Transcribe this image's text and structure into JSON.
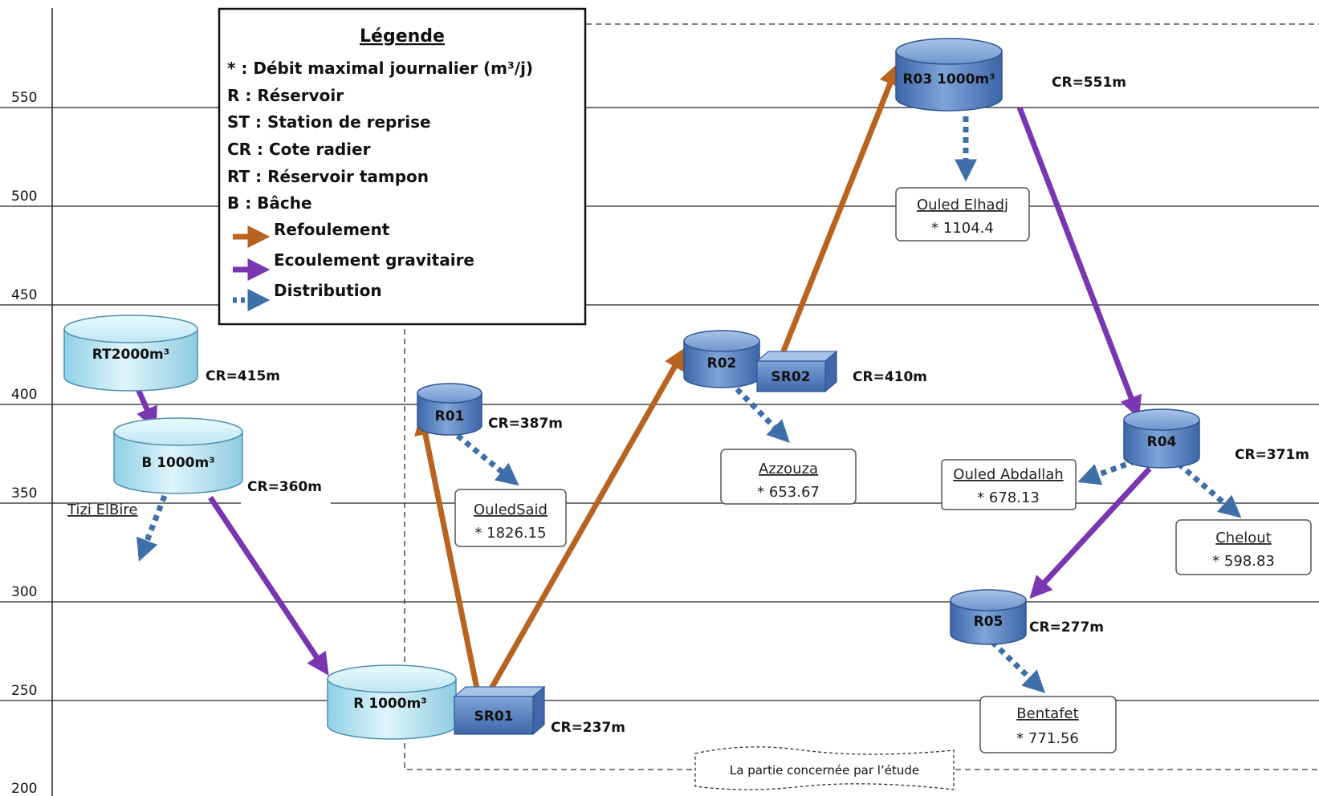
{
  "axis": {
    "ticks": [
      "550",
      "500",
      "450",
      "400",
      "350",
      "300",
      "250",
      "200"
    ]
  },
  "legend": {
    "title": "Légende",
    "lines": [
      "* : Débit maximal journalier (m³/j)",
      "R : Réservoir",
      "ST : Station de reprise",
      "CR : Cote radier",
      "RT : Réservoir tampon",
      "B : Bâche"
    ],
    "arrows": [
      {
        "label": "Refoulement",
        "color": "#b8631f",
        "style": "solid"
      },
      {
        "label": "Ecoulement gravitaire",
        "color": "#7a35b0",
        "style": "solid"
      },
      {
        "label": "Distribution",
        "color": "#3f6fa8",
        "style": "dotted"
      }
    ]
  },
  "reservoirs": {
    "rt": {
      "label": "RT2000m³",
      "cr": "CR=415m"
    },
    "b": {
      "label": "B 1000m³",
      "cr": "CR=360m"
    },
    "r": {
      "label": "R 1000m³"
    },
    "sr01": {
      "label": "SR01",
      "cr": "CR=237m"
    },
    "r01": {
      "label": "R01",
      "cr": "CR=387m"
    },
    "r02": {
      "label": "R02"
    },
    "sr02": {
      "label": "SR02",
      "cr": "CR=410m"
    },
    "r03": {
      "label": "R03 1000m³",
      "cr": "CR=551m"
    },
    "r04": {
      "label": "R04",
      "cr": "CR=371m"
    },
    "r05": {
      "label": "R05",
      "cr": "CR=277m"
    }
  },
  "localities": {
    "tizi": {
      "name": "Tizi ElBire"
    },
    "ouledsaid": {
      "name": "OuledSaid",
      "value": "* 1826.15"
    },
    "azzouza": {
      "name": "Azzouza",
      "value": "* 653.67"
    },
    "ouledelhadj": {
      "name": "Ouled Elhadj",
      "value": "* 1104.4"
    },
    "ouledabdallah": {
      "name": "Ouled Abdallah",
      "value": "* 678.13"
    },
    "chelout": {
      "name": "Chelout",
      "value": "* 598.83"
    },
    "bentafet": {
      "name": "Bentafet",
      "value": "* 771.56"
    }
  },
  "study_area": {
    "label": "La partie concernée par l’étude"
  },
  "colors": {
    "refoulement": "#b8631f",
    "gravitaire": "#7a35b0",
    "distribution": "#3f6fa8",
    "light_tank": "#bfe6f2",
    "dark_tank": "#5b86c4"
  }
}
